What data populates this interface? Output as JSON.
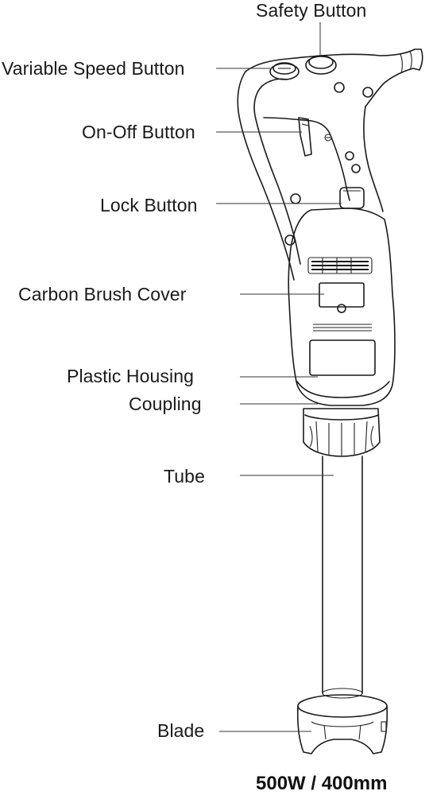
{
  "labels": {
    "safety_button": "Safety Button",
    "variable_speed_button": "Variable Speed Button",
    "on_off_button": "On-Off Button",
    "lock_button": "Lock Button",
    "carbon_brush_cover": "Carbon Brush Cover",
    "plastic_housing": "Plastic Housing",
    "coupling": "Coupling",
    "tube": "Tube",
    "blade": "Blade"
  },
  "caption": "500W / 400mm",
  "colors": {
    "ink": "#1a1a1a",
    "background": "#ffffff"
  }
}
